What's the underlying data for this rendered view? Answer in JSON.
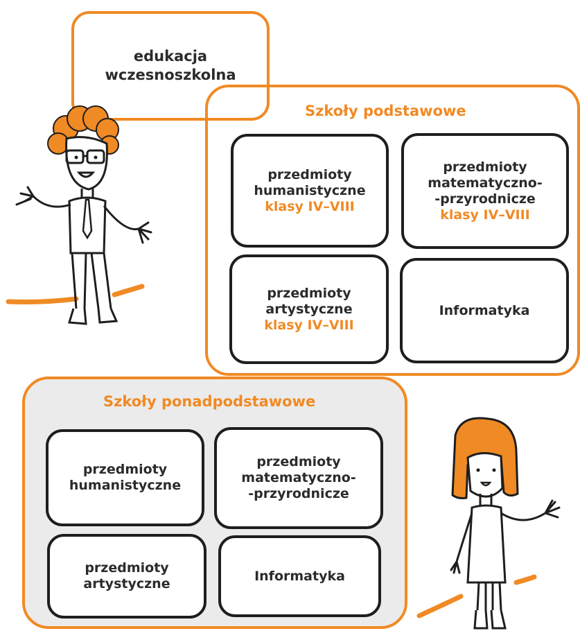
{
  "colors": {
    "accent": "#f08a24",
    "ink": "#1e1e1e",
    "panel_gray": "#ebebeb"
  },
  "top_box": {
    "line1": "edukacja",
    "line2": "wczesnoszkolna"
  },
  "primary": {
    "title": "Szkoły podstawowe",
    "cards": [
      {
        "lines": [
          "przedmioty",
          "humanistyczne"
        ],
        "grade": "klasy IV–VIII"
      },
      {
        "lines": [
          "przedmioty",
          "matematyczno-",
          "-przyrodnicze"
        ],
        "grade": "klasy IV–VIII"
      },
      {
        "lines": [
          "przedmioty",
          "artystyczne"
        ],
        "grade": "klasy IV–VIII"
      },
      {
        "lines": [
          "Informatyka"
        ]
      }
    ]
  },
  "secondary": {
    "title": "Szkoły ponadpodstawowe",
    "cards": [
      {
        "lines": [
          "przedmioty",
          "humanistyczne"
        ]
      },
      {
        "lines": [
          "przedmioty",
          "matematyczno-",
          "-przyrodnicze"
        ]
      },
      {
        "lines": [
          "przedmioty",
          "artystyczne"
        ]
      },
      {
        "lines": [
          "Informatyka"
        ]
      }
    ]
  },
  "figures": {
    "left": "teacher-man-figure",
    "right": "teacher-woman-figure"
  }
}
